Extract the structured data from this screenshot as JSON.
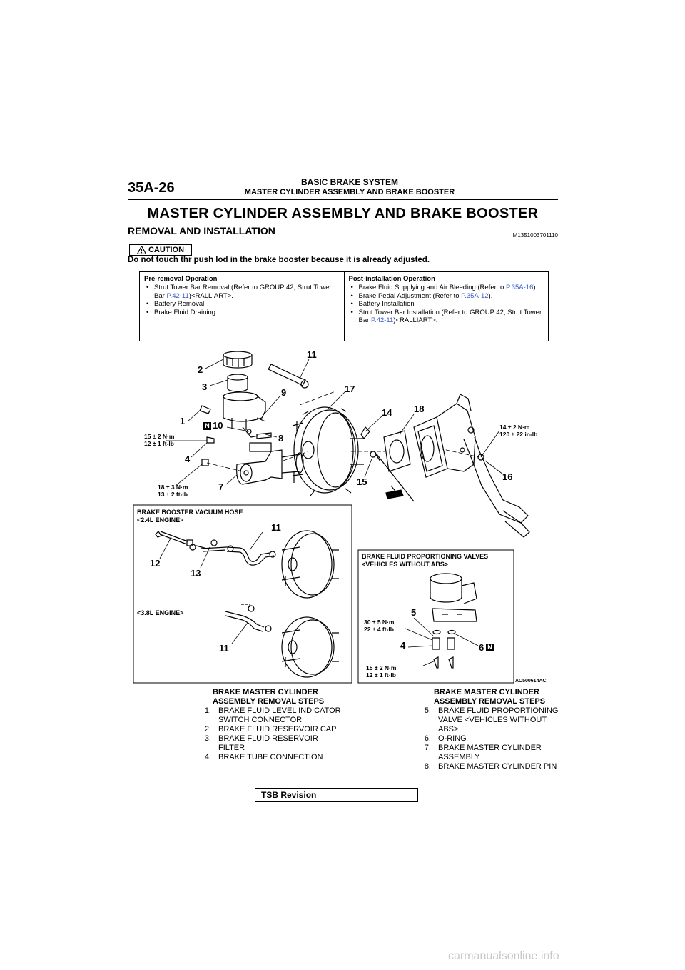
{
  "header": {
    "page_number": "35A-26",
    "group": "BASIC BRAKE SYSTEM",
    "subtitle": "MASTER CYLINDER ASSEMBLY AND BRAKE BOOSTER"
  },
  "title": "MASTER CYLINDER ASSEMBLY AND BRAKE BOOSTER",
  "section": {
    "heading": "REMOVAL AND INSTALLATION",
    "code": "M1351003701110"
  },
  "caution": {
    "label": "CAUTION",
    "text": "Do not touch thr push lod in the brake booster because it is already adjusted."
  },
  "operations": {
    "pre_title": "Pre-removal Operation",
    "pre": [
      {
        "text": "Strut Tower Bar Removal (Refer to GROUP 42, Strut Tower Bar ",
        "ref": "P.42-11",
        "after": ")<RALLIART>."
      },
      {
        "text": "Battery Removal",
        "ref": "",
        "after": ""
      },
      {
        "text": "Brake Fluid Draining",
        "ref": "",
        "after": ""
      }
    ],
    "post_title": "Post-installation Operation",
    "post": [
      {
        "text": "Brake Fluid Supplying and Air Bleeding (Refer to ",
        "ref": "P.35A-16",
        "after": ")."
      },
      {
        "text": "Brake Pedal Adjustment (Refer to ",
        "ref": "P.35A-12",
        "after": ")."
      },
      {
        "text": "Battery Installation",
        "ref": "",
        "after": ""
      },
      {
        "text": "Strut Tower Bar Installation (Refer to GROUP 42, Strut Tower Bar ",
        "ref": "P.42-11",
        "after": ")<RALLIART>."
      }
    ]
  },
  "figure": {
    "torque": {
      "t1": [
        "15 ± 2 N·m",
        "12 ± 1 ft-lb"
      ],
      "t2": [
        "18 ± 3 N·m",
        "13 ± 2 ft-lb"
      ],
      "t3": [
        "14 ± 2 N·m",
        "120 ± 22 in-lb"
      ],
      "t4": [
        "30 ± 5 N·m",
        "22 ± 4 ft-lb"
      ],
      "t5": [
        "15 ± 2 N·m",
        "12 ± 1 ft-lb"
      ]
    },
    "vacuum_title": [
      "BRAKE BOOSTER VACUUM HOSE",
      "<2.4L ENGINE>"
    ],
    "engine_38": "<3.8L ENGINE>",
    "valves_title": [
      "BRAKE FLUID PROPORTIONING VALVES",
      "<VEHICLES WITHOUT ABS>"
    ],
    "n_mark": "N",
    "code": "AC500614AC",
    "callouts": {
      "c1": "1",
      "c2": "2",
      "c3": "3",
      "c4": "4",
      "c7": "7",
      "c8": "8",
      "c9": "9",
      "c10": "10",
      "c11": "11",
      "c12": "12",
      "c13": "13",
      "c14": "14",
      "c15": "15",
      "c16": "16",
      "c17": "17",
      "c18": "18",
      "c5": "5",
      "c6": "6"
    }
  },
  "steps": {
    "title": [
      "BRAKE MASTER CYLINDER",
      "ASSEMBLY REMOVAL STEPS"
    ],
    "left": [
      {
        "n": "1.",
        "lines": [
          "BRAKE FLUID LEVEL INDICATOR",
          "SWITCH CONNECTOR"
        ]
      },
      {
        "n": "2.",
        "lines": [
          "BRAKE FLUID RESERVOIR CAP"
        ]
      },
      {
        "n": "3.",
        "lines": [
          "BRAKE FLUID RESERVOIR",
          "FILTER"
        ]
      },
      {
        "n": "4.",
        "lines": [
          "BRAKE TUBE CONNECTION"
        ]
      }
    ],
    "right": [
      {
        "n": "5.",
        "lines": [
          "BRAKE FLUID PROPORTIONING",
          "VALVE <VEHICLES WITHOUT",
          "ABS>"
        ]
      },
      {
        "n": "6.",
        "lines": [
          "O-RING"
        ]
      },
      {
        "n": "7.",
        "lines": [
          "BRAKE MASTER CYLINDER",
          "ASSEMBLY"
        ]
      },
      {
        "n": "8.",
        "lines": [
          "BRAKE MASTER CYLINDER PIN"
        ]
      }
    ]
  },
  "tsb": "TSB Revision",
  "footer": "carmanualsonline.info"
}
